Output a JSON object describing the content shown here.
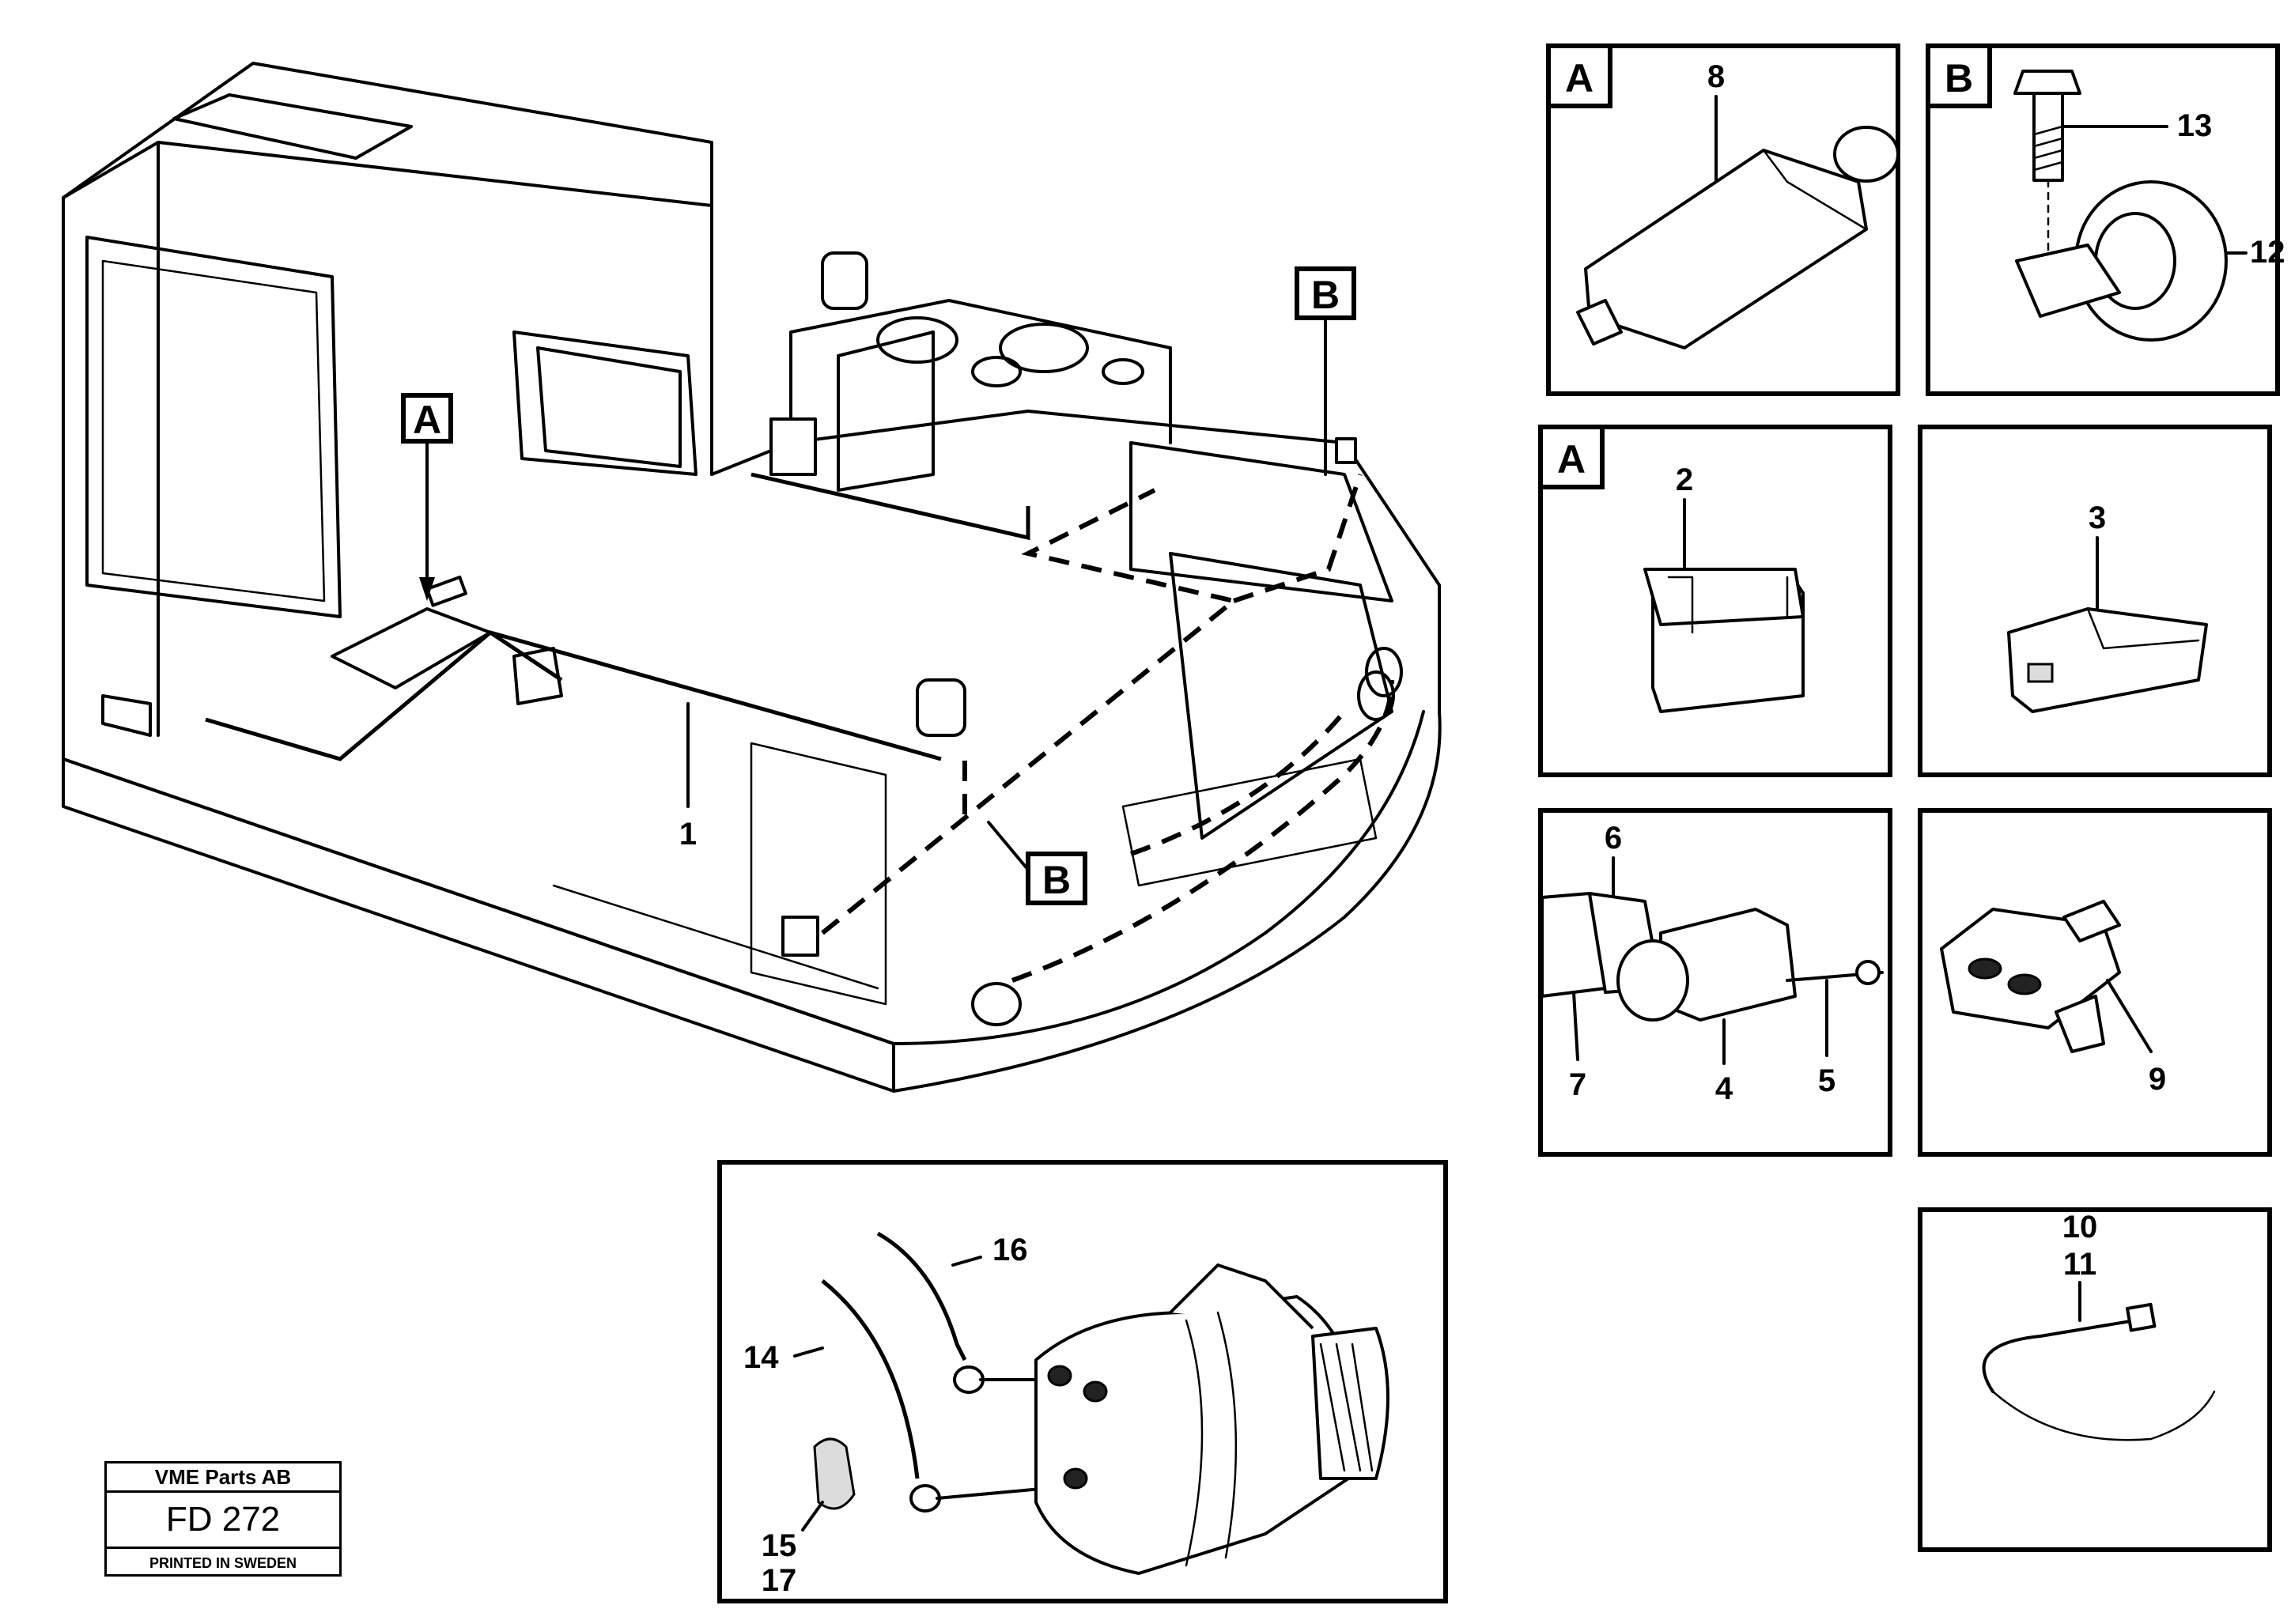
{
  "stamp": {
    "company": "VME Parts AB",
    "code": "FD 272",
    "printed": "PRINTED IN SWEDEN"
  },
  "detail_tags": {
    "a": "A",
    "b": "B"
  },
  "part_numbers": {
    "p1": "1",
    "p2": "2",
    "p3": "3",
    "p4": "4",
    "p5": "5",
    "p6": "6",
    "p7": "7",
    "p8": "8",
    "p9": "9",
    "p10": "10",
    "p11": "11",
    "p12": "12",
    "p13": "13",
    "p14": "14",
    "p15": "15",
    "p16": "16",
    "p17": "17"
  }
}
